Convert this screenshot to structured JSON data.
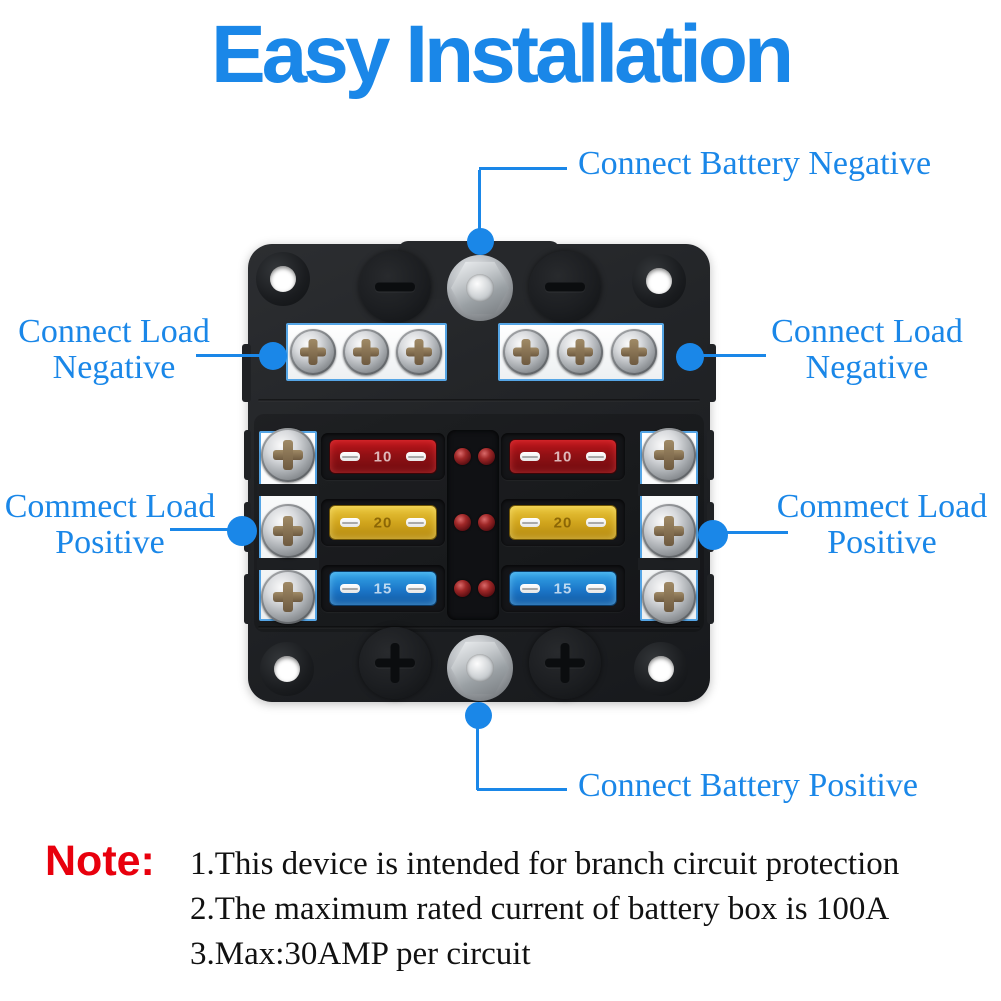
{
  "title": {
    "text": "Easy Installation"
  },
  "colors": {
    "accent_blue": "#1a87e8",
    "note_red": "#e8000d",
    "fuse_red": "#c2161c",
    "fuse_yellow": "#d1a51d",
    "fuse_blue": "#1b76c8"
  },
  "callouts": {
    "battery_negative": {
      "label": "Connect Battery Negative"
    },
    "load_negative_left": {
      "line1": "Connect Load",
      "line2": "Negative"
    },
    "load_negative_right": {
      "line1": "Connect Load",
      "line2": "Negative"
    },
    "load_positive_left": {
      "line1": "Commect Load",
      "line2": "Positive"
    },
    "load_positive_right": {
      "line1": "Commect Load",
      "line2": "Positive"
    },
    "battery_positive": {
      "label": "Connect Battery Positive"
    }
  },
  "note": {
    "heading": "Note:",
    "lines": [
      "1.This device is intended for branch circuit protection",
      "2.The maximum rated current of battery box is 100A",
      "3.Max:30AMP per circuit"
    ]
  },
  "device": {
    "description": "6-way blade fuse block with LED indicators",
    "fuses": [
      {
        "position": "left-top",
        "color": "red",
        "rating": "10"
      },
      {
        "position": "left-middle",
        "color": "yellow",
        "rating": "20"
      },
      {
        "position": "left-bottom",
        "color": "blue",
        "rating": "15"
      },
      {
        "position": "right-top",
        "color": "red",
        "rating": "10"
      },
      {
        "position": "right-middle",
        "color": "yellow",
        "rating": "20"
      },
      {
        "position": "right-bottom",
        "color": "blue",
        "rating": "15"
      }
    ]
  }
}
